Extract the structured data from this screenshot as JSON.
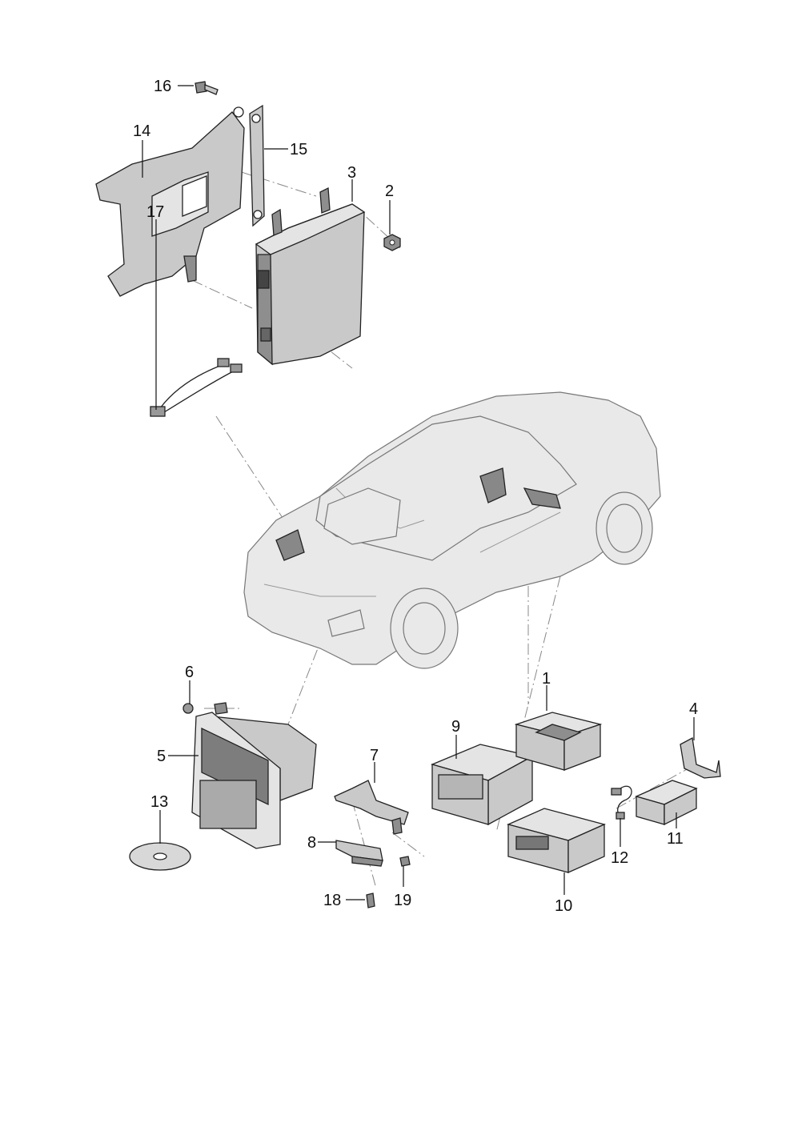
{
  "callouts": [
    {
      "id": "1",
      "text": "1"
    },
    {
      "id": "2",
      "text": "2"
    },
    {
      "id": "3",
      "text": "3"
    },
    {
      "id": "4",
      "text": "4"
    },
    {
      "id": "5",
      "text": "5"
    },
    {
      "id": "6",
      "text": "6"
    },
    {
      "id": "7",
      "text": "7"
    },
    {
      "id": "8",
      "text": "8"
    },
    {
      "id": "9",
      "text": "9"
    },
    {
      "id": "10",
      "text": "10"
    },
    {
      "id": "11",
      "text": "11"
    },
    {
      "id": "12",
      "text": "12"
    },
    {
      "id": "13",
      "text": "13"
    },
    {
      "id": "14",
      "text": "14"
    },
    {
      "id": "15",
      "text": "15"
    },
    {
      "id": "16",
      "text": "16"
    },
    {
      "id": "17",
      "text": "17"
    },
    {
      "id": "18",
      "text": "18"
    },
    {
      "id": "19",
      "text": "19"
    }
  ],
  "colors": {
    "ink": "#111111",
    "part": "#c9c9c9",
    "car": "#e9e9e9",
    "leader": "#888888"
  }
}
